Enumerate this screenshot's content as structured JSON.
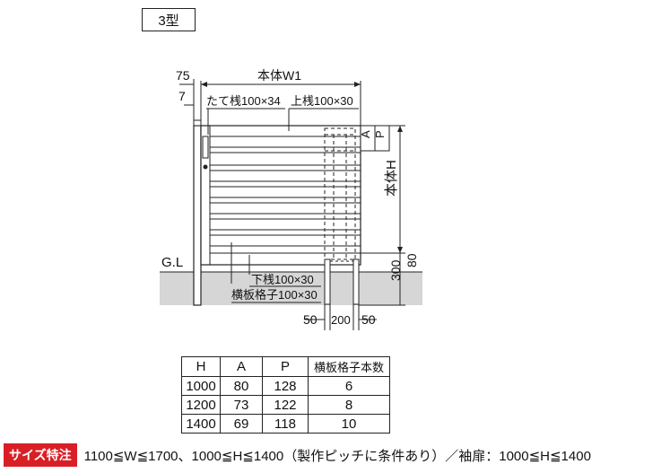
{
  "type_label": "3型",
  "dims": {
    "post_width": "75",
    "post_offset": "7",
    "body_width": "本体W1",
    "stile": "たて桟100×34",
    "top_rail": "上桟100×30",
    "bottom_rail": "下桟100×30",
    "slat": "横板格子100×30",
    "pitch_a": "A",
    "pitch_p": "P",
    "body_height": "本体H",
    "ground_gap": "80",
    "embed_depth": "300",
    "ground_label": "G.L",
    "foot_left": "50",
    "foot_mid": "200",
    "foot_right": "50"
  },
  "table": {
    "headers": [
      "H",
      "A",
      "P",
      "横板格子本数"
    ],
    "rows": [
      [
        "1000",
        "80",
        "128",
        "6"
      ],
      [
        "1200",
        "73",
        "122",
        "8"
      ],
      [
        "1400",
        "69",
        "118",
        "10"
      ]
    ]
  },
  "size_note": {
    "badge": "サイズ特注",
    "text": "1100≦W≦1700、1000≦H≦1400（製作ピッチに条件あり）／袖扉：1000≦H≦1400"
  }
}
